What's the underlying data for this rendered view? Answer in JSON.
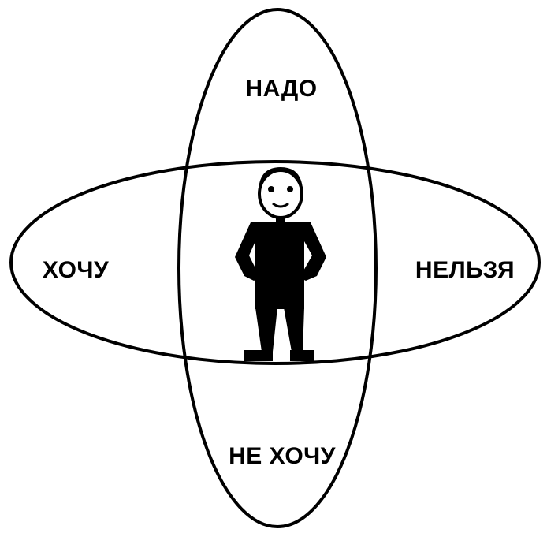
{
  "labels": {
    "top": "НАДО",
    "left": "ХОЧУ",
    "right": "НЕЛЬЗЯ",
    "bottom": "НЕ ХОЧУ"
  },
  "colors": {
    "stroke": "#000000",
    "figure": "#000000",
    "background": "#ffffff"
  }
}
